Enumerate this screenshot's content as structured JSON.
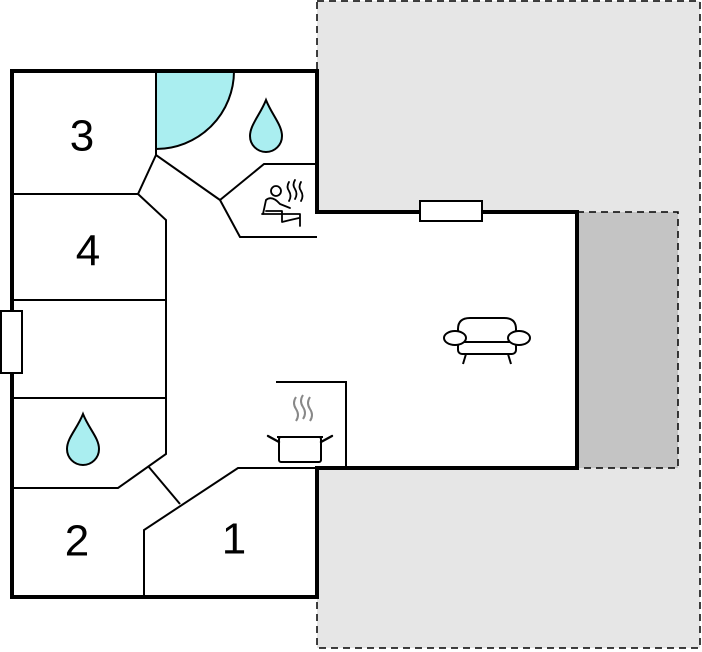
{
  "rooms": [
    {
      "id": "room-1",
      "label": "1"
    },
    {
      "id": "room-2",
      "label": "2"
    },
    {
      "id": "room-3",
      "label": "3"
    },
    {
      "id": "room-4",
      "label": "4"
    }
  ],
  "colors": {
    "terrace": "#e6e6e6",
    "covered_terrace": "#c4c4c4",
    "shower": "#aaeef0",
    "wall": "#000000",
    "floor": "#ffffff"
  },
  "icons": [
    "sofa-icon",
    "cooking-pot-icon",
    "sauna-icon",
    "water-drop-icon",
    "water-drop-icon",
    "shower-area",
    "window-icon",
    "window-icon"
  ]
}
